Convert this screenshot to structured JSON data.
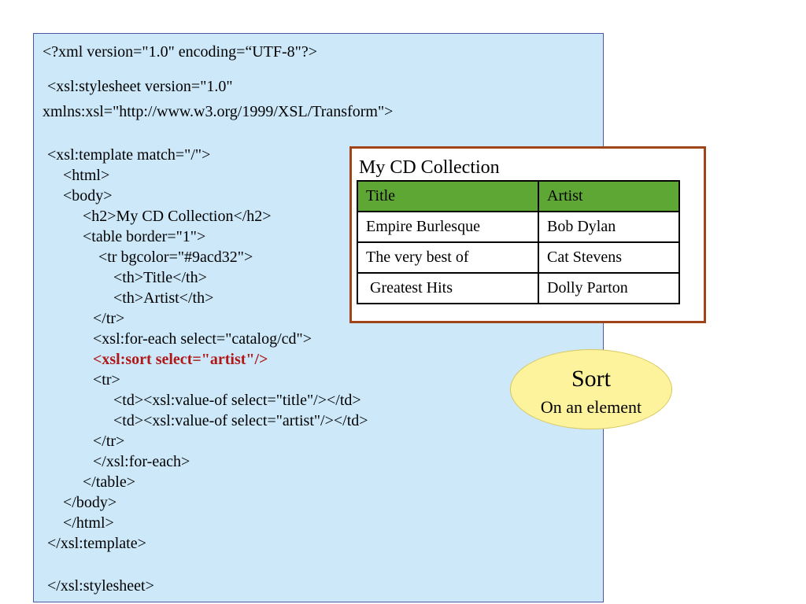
{
  "code": {
    "lines": [
      "<?xml version=\"1.0\" encoding=“UTF-8\"?>",
      "<xsl:stylesheet version=\"1.0\"",
      "xmlns:xsl=\"http://www.w3.org/1999/XSL/Transform\">",
      "<xsl:template match=\"/\">",
      "<html>",
      "<body>",
      "<h2>My CD Collection</h2>",
      "<table border=\"1\">",
      "<tr bgcolor=\"#9acd32\">",
      "<th>Title</th>",
      "<th>Artist</th>",
      "</tr>",
      "<xsl:for-each select=\"catalog/cd\">",
      "<xsl:sort select=\"artist\"/>",
      "<tr>",
      "<td><xsl:value-of select=\"title\"/></td>",
      "<td><xsl:value-of select=\"artist\"/></td>",
      "</tr>",
      "</xsl:for-each>",
      "</table>",
      "</body>",
      "</html>",
      "</xsl:template>",
      "</xsl:stylesheet>"
    ],
    "highlight_color": "#b01818"
  },
  "result": {
    "title": "My CD Collection",
    "headers": [
      "Title",
      "Artist"
    ],
    "rows": [
      [
        "Empire Burlesque",
        "Bob Dylan"
      ],
      [
        "The very best of",
        "Cat Stevens"
      ],
      [
        " Greatest Hits",
        "Dolly Parton"
      ]
    ],
    "header_color": "#5fa735"
  },
  "callout": {
    "title": "Sort",
    "subtitle": "On an element"
  }
}
